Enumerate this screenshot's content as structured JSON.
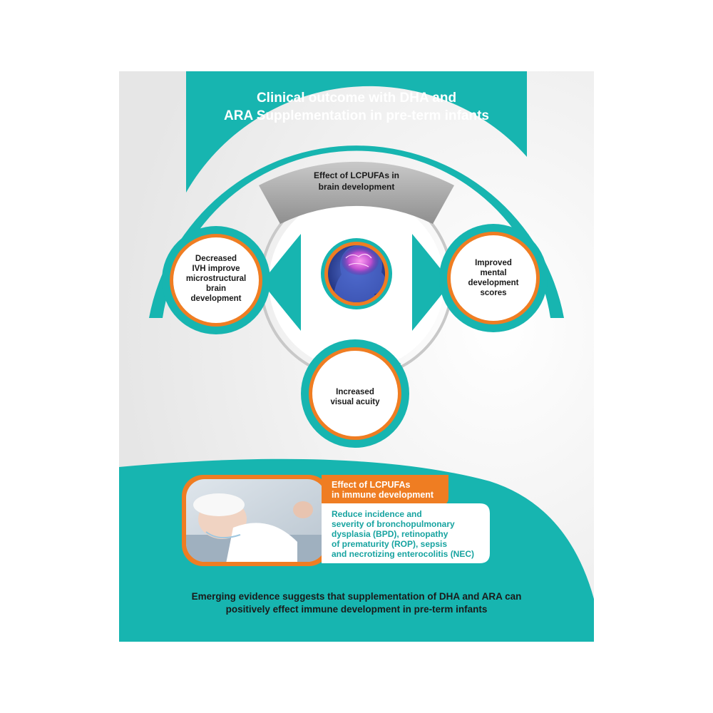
{
  "title_line1": "Clinical outcome with DHA and",
  "title_line2": "ARA Supplementation in pre-term infants",
  "brain_arc_label_line1": "Effect of LCPUFAs in",
  "brain_arc_label_line2": "brain development",
  "nodes": {
    "left": [
      "Decreased",
      "IVH improve",
      "microstructural",
      "brain",
      "development"
    ],
    "right": [
      "Improved",
      "mental",
      "development",
      "scores"
    ],
    "bottom": [
      "Increased",
      "visual acuity"
    ]
  },
  "center_icon": "brain-head-icon",
  "photo_icon": "infant-in-incubator-photo",
  "immune": {
    "heading_line1": "Effect of LCPUFAs",
    "heading_line2": "in immune development",
    "body": [
      "Reduce incidence and",
      "severity of bronchopulmonary",
      "dysplasia (BPD), retinopathy",
      "of prematurity (ROP), sepsis",
      "and necrotizing enterocolitis (NEC)"
    ]
  },
  "footer_line1": "Emerging evidence suggests that supplementation of DHA and ARA can",
  "footer_line2": "positively effect immune development in pre-term infants",
  "colors": {
    "teal": "#17b5b0",
    "orange": "#ef7d22",
    "gray": "#9a9a9a",
    "background": "#eeeeee"
  }
}
